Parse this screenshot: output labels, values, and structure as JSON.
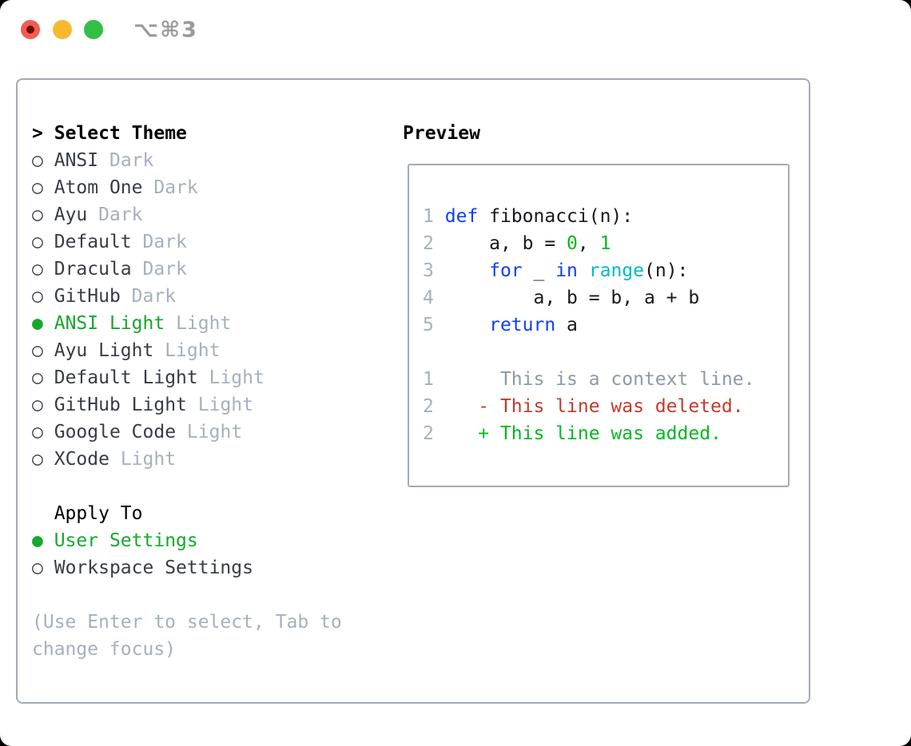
{
  "titlebar": {
    "shortcut": "⌥⌘3"
  },
  "markers": {
    "selected": "●",
    "unselected": "○",
    "cursor": ">"
  },
  "theme_list": {
    "header": "Select Theme",
    "items": [
      {
        "name": "ANSI",
        "variant": "Dark",
        "selected": false
      },
      {
        "name": "Atom One",
        "variant": "Dark",
        "selected": false
      },
      {
        "name": "Ayu",
        "variant": "Dark",
        "selected": false
      },
      {
        "name": "Default",
        "variant": "Dark",
        "selected": false
      },
      {
        "name": "Dracula",
        "variant": "Dark",
        "selected": false
      },
      {
        "name": "GitHub",
        "variant": "Dark",
        "selected": false
      },
      {
        "name": "ANSI Light",
        "variant": "Light",
        "selected": true
      },
      {
        "name": "Ayu Light",
        "variant": "Light",
        "selected": false
      },
      {
        "name": "Default Light",
        "variant": "Light",
        "selected": false
      },
      {
        "name": "GitHub Light",
        "variant": "Light",
        "selected": false
      },
      {
        "name": "Google Code",
        "variant": "Light",
        "selected": false
      },
      {
        "name": "XCode",
        "variant": "Light",
        "selected": false
      }
    ]
  },
  "apply_to": {
    "header": "Apply To",
    "options": [
      {
        "label": "User Settings",
        "selected": true
      },
      {
        "label": "Workspace Settings",
        "selected": false
      }
    ]
  },
  "help_text": "(Use Enter to select, Tab to change focus)",
  "preview": {
    "title": "Preview",
    "code_lines": [
      {
        "num": "1",
        "tokens": [
          {
            "t": "def",
            "c": "keyword"
          },
          {
            "t": " fibonacci(n):",
            "c": "plain"
          }
        ]
      },
      {
        "num": "2",
        "tokens": [
          {
            "t": "    a, b = ",
            "c": "plain"
          },
          {
            "t": "0",
            "c": "number"
          },
          {
            "t": ", ",
            "c": "plain"
          },
          {
            "t": "1",
            "c": "number"
          }
        ]
      },
      {
        "num": "3",
        "tokens": [
          {
            "t": "    ",
            "c": "plain"
          },
          {
            "t": "for",
            "c": "keyword"
          },
          {
            "t": " _ ",
            "c": "plain"
          },
          {
            "t": "in",
            "c": "keyword"
          },
          {
            "t": " ",
            "c": "plain"
          },
          {
            "t": "range",
            "c": "builtin"
          },
          {
            "t": "(n):",
            "c": "plain"
          }
        ]
      },
      {
        "num": "4",
        "tokens": [
          {
            "t": "        a, b = b, a + b",
            "c": "plain"
          }
        ]
      },
      {
        "num": "5",
        "tokens": [
          {
            "t": "    ",
            "c": "plain"
          },
          {
            "t": "return",
            "c": "keyword"
          },
          {
            "t": " a",
            "c": "plain"
          }
        ]
      }
    ],
    "diff_lines": [
      {
        "num": "1",
        "prefix": "",
        "text": "This is a context line.",
        "kind": "context"
      },
      {
        "num": "2",
        "prefix": "-",
        "text": "This line was deleted.",
        "kind": "deleted"
      },
      {
        "num": "2",
        "prefix": "+",
        "text": "This line was added.",
        "kind": "added"
      }
    ]
  },
  "colors": {
    "green_selected": "#16a72c",
    "added_green": "#00b91e",
    "number_green": "#00b91e",
    "deleted_red": "#c43a2a",
    "keyword_blue": "#0f3ef2",
    "builtin_cyan": "#00bac6",
    "muted_gray": "#a6b0bc",
    "context_gray": "#8e99a4",
    "item_text": "#383d44",
    "code_text": "#17191d",
    "border_gray": "#a3abb6",
    "shortcut_gray": "#9b9b9b",
    "btn_red": "#f25c51",
    "btn_red_dot": "#6d0d05",
    "btn_yellow": "#f7b92c",
    "btn_green": "#33bf44"
  }
}
